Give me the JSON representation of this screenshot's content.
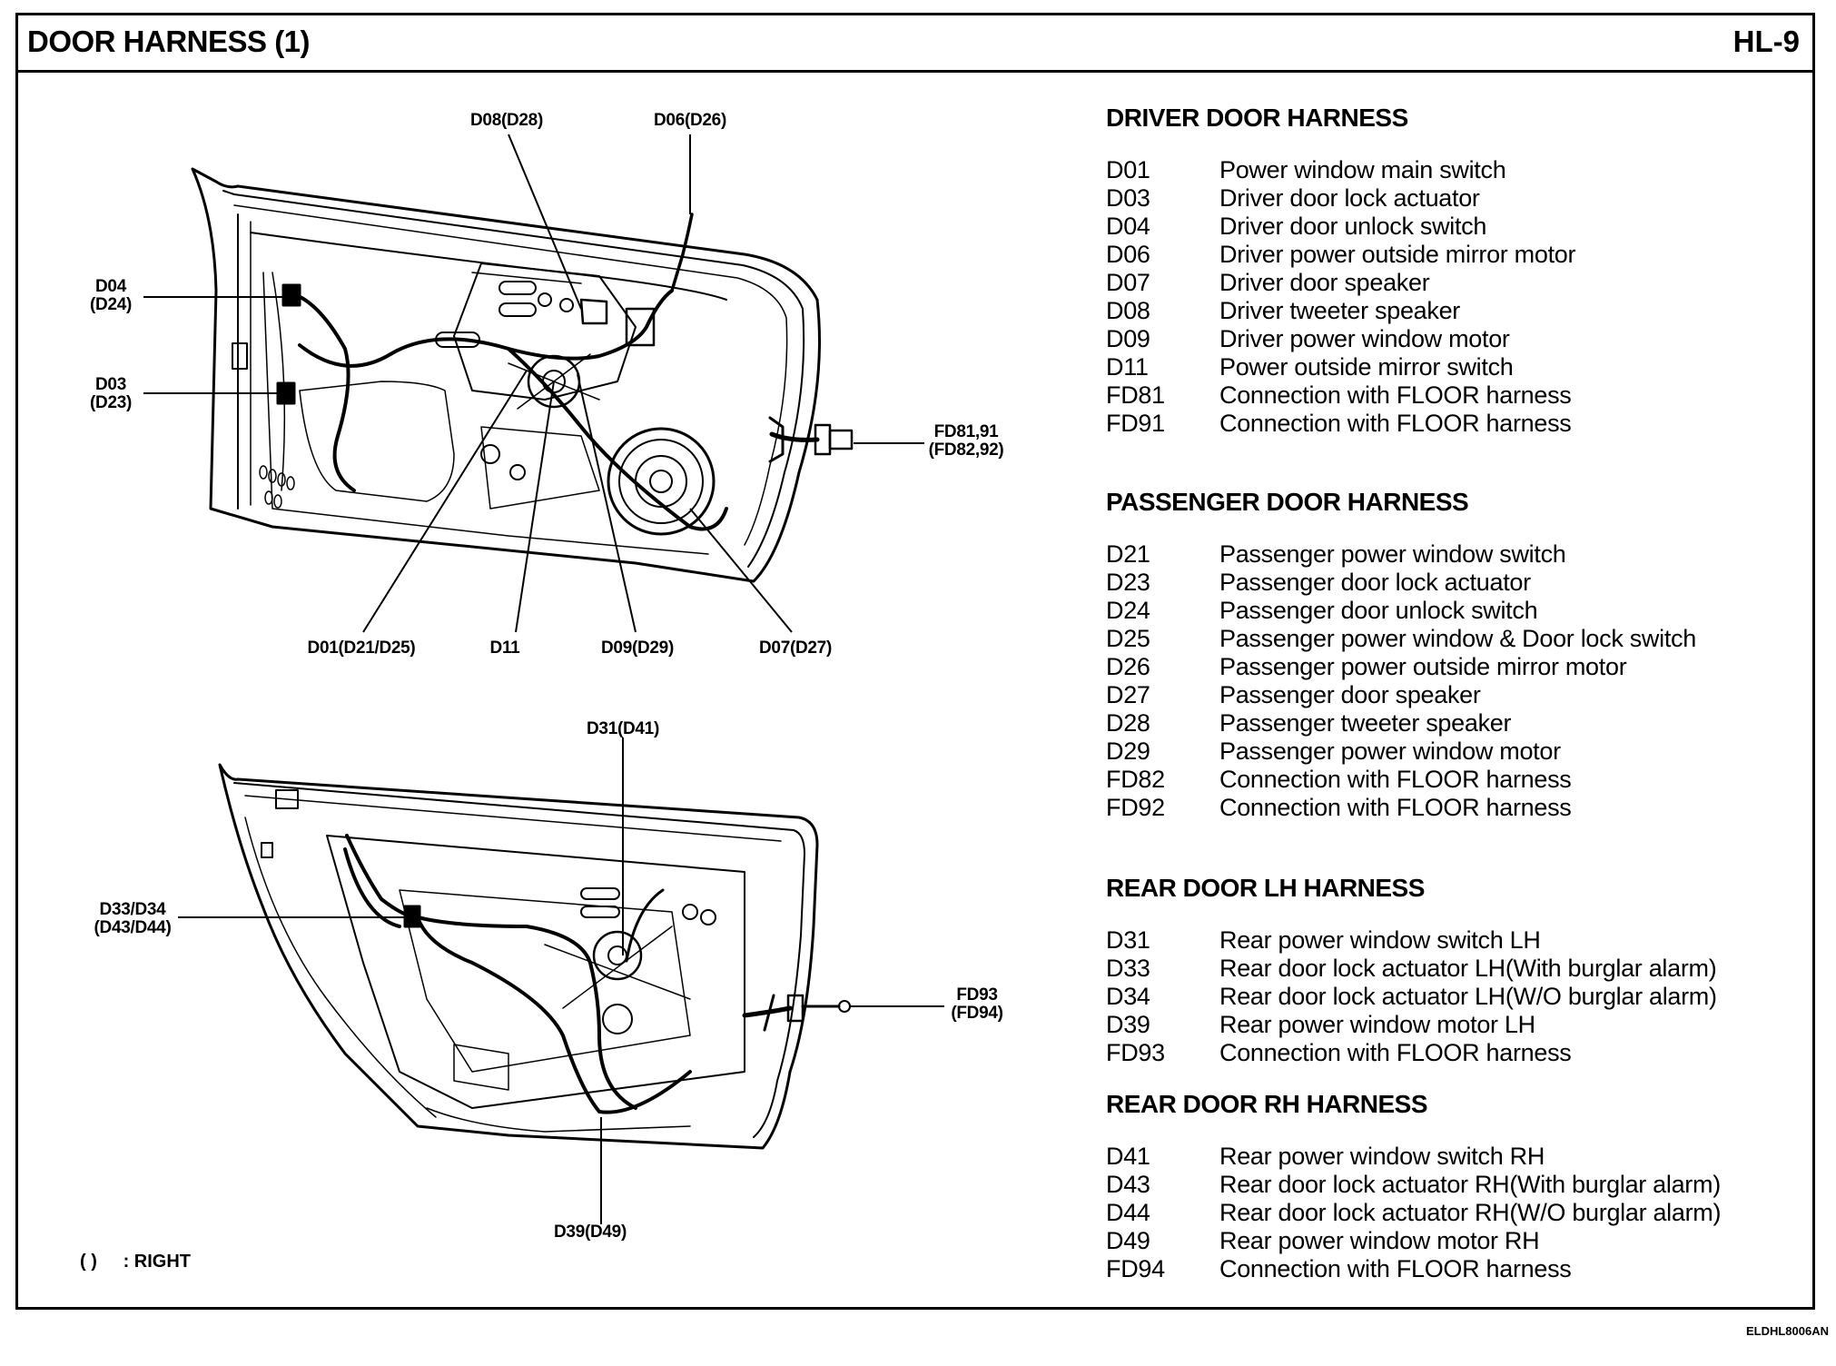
{
  "header": {
    "title": "DOOR HARNESS (1)",
    "page_number": "HL-9"
  },
  "front_door_labels": {
    "d08": "D08(D28)",
    "d06": "D06(D26)",
    "d04_a": "D04",
    "d04_b": "(D24)",
    "d03_a": "D03",
    "d03_b": "(D23)",
    "fd81_a": "FD81,91",
    "fd81_b": "(FD82,92)",
    "d01": "D01(D21/D25)",
    "d11": "D11",
    "d09": "D09(D29)",
    "d07": "D07(D27)"
  },
  "rear_door_labels": {
    "d31": "D31(D41)",
    "d33_a": "D33/D34",
    "d33_b": "(D43/D44)",
    "fd93_a": "FD93",
    "fd93_b": "(FD94)",
    "d39": "D39(D49)"
  },
  "legend": {
    "paren": "(      )",
    "text": ": RIGHT"
  },
  "code_ref": "ELDHL8006AN",
  "sections": [
    {
      "title": "DRIVER DOOR HARNESS",
      "items": [
        {
          "code": "D01",
          "desc": "Power window main switch"
        },
        {
          "code": "D03",
          "desc": "Driver door lock actuator"
        },
        {
          "code": "D04",
          "desc": "Driver door unlock switch"
        },
        {
          "code": "D06",
          "desc": "Driver power outside mirror motor"
        },
        {
          "code": "D07",
          "desc": "Driver door speaker"
        },
        {
          "code": "D08",
          "desc": "Driver tweeter speaker"
        },
        {
          "code": "D09",
          "desc": "Driver power window motor"
        },
        {
          "code": "D11",
          "desc": "Power outside mirror switch"
        },
        {
          "code": "FD81",
          "desc": "Connection with FLOOR harness"
        },
        {
          "code": "FD91",
          "desc": "Connection with FLOOR harness"
        }
      ]
    },
    {
      "title": "PASSENGER DOOR HARNESS",
      "items": [
        {
          "code": "D21",
          "desc": "Passenger power window switch"
        },
        {
          "code": "D23",
          "desc": "Passenger door lock actuator"
        },
        {
          "code": "D24",
          "desc": "Passenger door unlock switch"
        },
        {
          "code": "D25",
          "desc": "Passenger power window & Door lock switch"
        },
        {
          "code": "D26",
          "desc": "Passenger power outside mirror motor"
        },
        {
          "code": "D27",
          "desc": "Passenger door speaker"
        },
        {
          "code": "D28",
          "desc": "Passenger tweeter speaker"
        },
        {
          "code": "D29",
          "desc": "Passenger power window motor"
        },
        {
          "code": "FD82",
          "desc": "Connection with FLOOR harness"
        },
        {
          "code": "FD92",
          "desc": "Connection with FLOOR harness"
        }
      ]
    },
    {
      "title": "REAR DOOR LH HARNESS",
      "items": [
        {
          "code": "D31",
          "desc": "Rear power window switch LH"
        },
        {
          "code": "D33",
          "desc": "Rear door lock actuator LH(With burglar alarm)"
        },
        {
          "code": "D34",
          "desc": "Rear door lock actuator LH(W/O burglar alarm)"
        },
        {
          "code": "D39",
          "desc": "Rear power window motor LH"
        },
        {
          "code": "FD93",
          "desc": "Connection with FLOOR harness"
        }
      ]
    },
    {
      "title": "REAR DOOR RH HARNESS",
      "items": [
        {
          "code": "D41",
          "desc": "Rear power window switch RH"
        },
        {
          "code": "D43",
          "desc": "Rear door lock actuator RH(With burglar alarm)"
        },
        {
          "code": "D44",
          "desc": "Rear door lock actuator RH(W/O burglar alarm)"
        },
        {
          "code": "D49",
          "desc": "Rear power window motor RH"
        },
        {
          "code": "FD94",
          "desc": "Connection with FLOOR harness"
        }
      ]
    }
  ]
}
